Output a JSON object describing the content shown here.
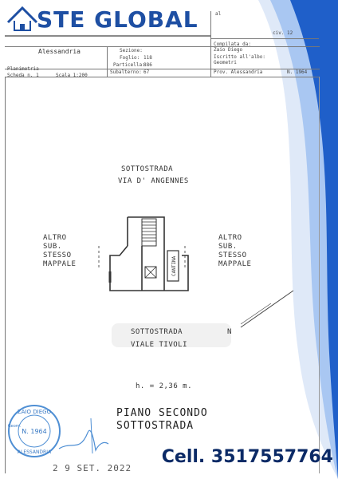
{
  "logo": {
    "text": "STE GLOBAL",
    "brand_color": "#1e4fa3"
  },
  "header": {
    "city": "Alessandria",
    "sezione_label": "Sezione:",
    "foglio_label": "Foglio:",
    "foglio_value": "118",
    "particella_label": "Particella:",
    "particella_value": "886",
    "subalterno_label": "Subalterno:",
    "subalterno_value": "67",
    "compilata_label": "Compilata da:",
    "compilata_name": "Zaio Diego",
    "iscritto_label": "Iscritto all'albo:",
    "iscritto_value": "Geometri",
    "prov_label": "Prov. Alessandria",
    "prov_number": "N. 1964",
    "planimetria": "Planimetria",
    "scheda": "Scheda n. 1",
    "scala": "Scala 1:200",
    "top_right_1": "al",
    "top_right_2": "civ. 12"
  },
  "plan": {
    "top_label_1": "SOTTOSTRADA",
    "top_label_2": "VIA D' ANGENNES",
    "left_label": [
      "ALTRO",
      "SUB.",
      "STESSO",
      "MAPPALE"
    ],
    "right_label": [
      "ALTRO",
      "SUB.",
      "STESSO",
      "MAPPALE"
    ],
    "cantina": "CANTINA",
    "bottom_label_1": "SOTTOSTRADA",
    "bottom_label_2": "VIALE TIVOLI",
    "north": "N",
    "height": "h. = 2,36 m.",
    "floor_1": "PIANO SECONDO",
    "floor_2": "SOTTOSTRADA"
  },
  "stamp": {
    "name": "ZAIO DIEGO",
    "number": "N. 1964",
    "city": "ALESSANDRIA",
    "role": "Geom."
  },
  "date_stamp": "2 9 SET. 2022",
  "contact": {
    "cell": "Cell. 3517557764"
  },
  "colors": {
    "swoosh_dark": "#1f5fc9",
    "swoosh_light": "#a9c7f2"
  }
}
